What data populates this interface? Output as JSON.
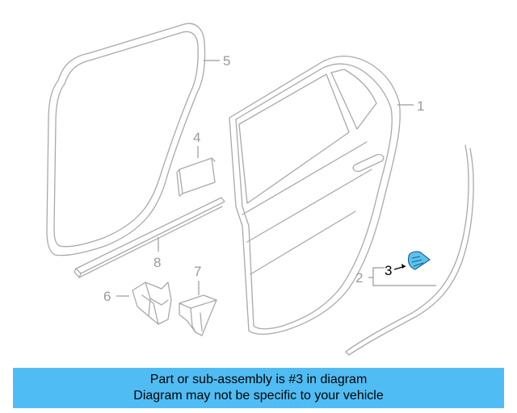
{
  "diagram": {
    "callouts": [
      {
        "id": "1",
        "label": "1"
      },
      {
        "id": "2",
        "label": "2"
      },
      {
        "id": "3",
        "label": "3"
      },
      {
        "id": "4",
        "label": "4"
      },
      {
        "id": "5",
        "label": "5"
      },
      {
        "id": "6",
        "label": "6"
      },
      {
        "id": "7",
        "label": "7"
      },
      {
        "id": "8",
        "label": "8"
      }
    ],
    "highlight_callout": "3",
    "colors": {
      "line_art": "#a9a9a9",
      "highlight_part": "#5bc2f0",
      "banner": "#4fbdf4"
    }
  },
  "banner": {
    "line1": "Part or sub-assembly is #3 in diagram",
    "line2": "Diagram may not be specific to your vehicle"
  }
}
